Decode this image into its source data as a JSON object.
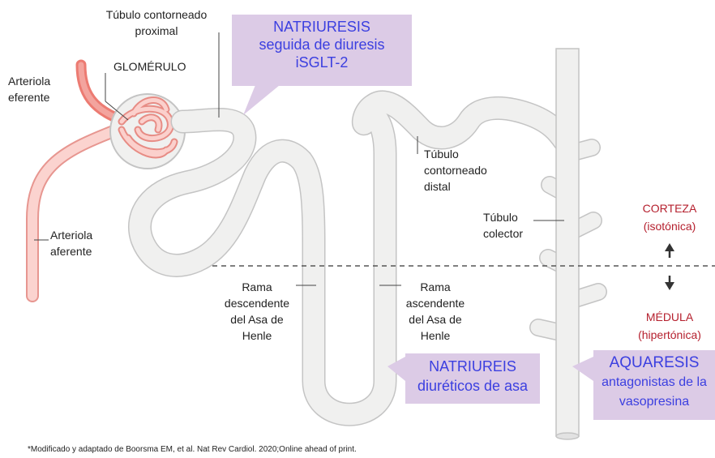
{
  "labels": {
    "proximal_l1": "Túbulo contorneado",
    "proximal_l2": "proximal",
    "glomerulo": "GLOMÉRULO",
    "eferente_l1": "Arteriola",
    "eferente_l2": "eferente",
    "aferente_l1": "Arteriola",
    "aferente_l2": "aferente",
    "distal_l1": "Túbulo",
    "distal_l2": "contorneado",
    "distal_l3": "distal",
    "colector_l1": "Túbulo",
    "colector_l2": "colector",
    "desc_l1": "Rama",
    "desc_l2": "descendente",
    "desc_l3": "del Asa de",
    "desc_l4": "Henle",
    "asc_l1": "Rama",
    "asc_l2": "ascendente",
    "asc_l3": "del Asa de",
    "asc_l4": "Henle"
  },
  "zones": {
    "corteza": "CORTEZA",
    "corteza_sub": "(isotónica)",
    "medula": "MÉDULA",
    "medula_sub": "(hipertónica)"
  },
  "callouts": {
    "sglt2": {
      "l1": "NATRIURESIS",
      "l2": "seguida de diuresis",
      "l3": "iSGLT-2"
    },
    "asa": {
      "l1": "NATRIUREIS",
      "l2": "diuréticos de asa"
    },
    "aquaresis": {
      "l1": "AQUARESIS",
      "l2": "antagonistas de la",
      "l3": "vasopresina"
    }
  },
  "footnote": "*Modificado y adaptado de Boorsma EM, et al. Nat Rev Cardiol. 2020;Online ahead of print.",
  "colors": {
    "tubule_fill": "#f0f0ef",
    "tubule_stroke": "#c4c4c4",
    "vessel": "#f2a6a0",
    "vessel_dark": "#ec7b72",
    "callout_bg": "#dccbe6",
    "callout_text": "#3b3fe0",
    "zone_text": "#b5202e"
  }
}
